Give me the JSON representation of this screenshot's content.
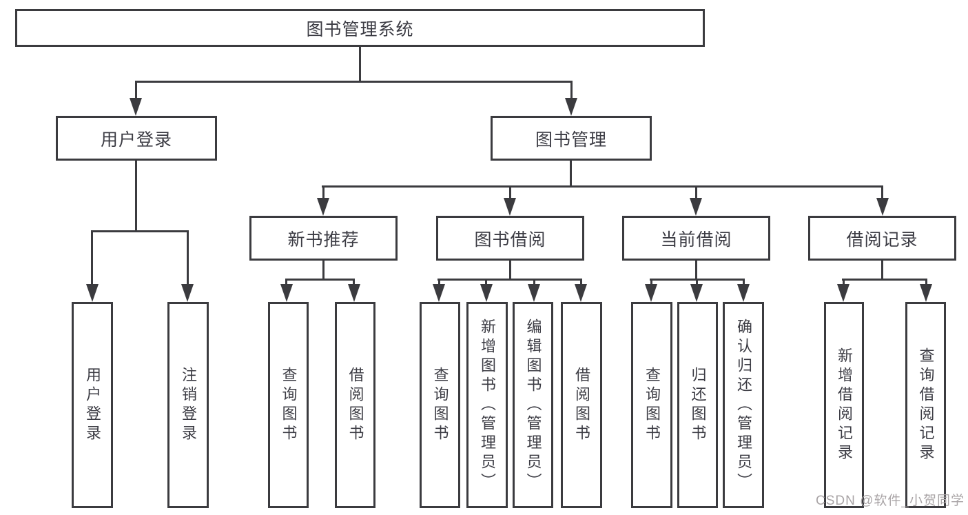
{
  "colors": {
    "line": "#3b3b3f",
    "text": "#3c3c44",
    "watermark": "#a9a4a6",
    "background": "#ffffff"
  },
  "watermark": {
    "text": "CSDN @软件_小贺同学"
  },
  "tree": {
    "label": "图书管理系统",
    "children": [
      {
        "label": "用户登录",
        "children": [
          {
            "label": "用户登录"
          },
          {
            "label": "注销登录"
          }
        ]
      },
      {
        "label": "图书管理",
        "children": [
          {
            "label": "新书推荐",
            "children": [
              {
                "label": "查询图书"
              },
              {
                "label": "借阅图书"
              }
            ]
          },
          {
            "label": "图书借阅",
            "children": [
              {
                "label": "查询图书"
              },
              {
                "label": "新增图书（管理员）"
              },
              {
                "label": "编辑图书（管理员）"
              },
              {
                "label": "借阅图书"
              }
            ]
          },
          {
            "label": "当前借阅",
            "children": [
              {
                "label": "查询图书"
              },
              {
                "label": "归还图书"
              },
              {
                "label": "确认归还（管理员）"
              }
            ]
          },
          {
            "label": "借阅记录",
            "children": [
              {
                "label": "新增借阅记录"
              },
              {
                "label": "查询借阅记录"
              }
            ]
          }
        ]
      }
    ]
  }
}
